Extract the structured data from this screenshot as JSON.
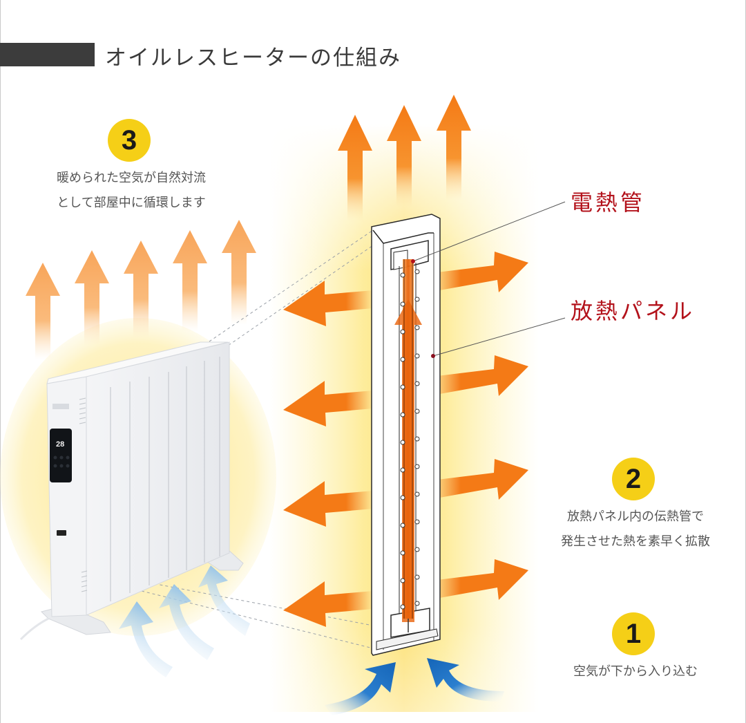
{
  "header": {
    "title": "オイルレスヒーターの仕組み"
  },
  "steps": [
    {
      "number": "1",
      "lines": [
        "空気が下から入り込む"
      ]
    },
    {
      "number": "2",
      "lines": [
        "放熱パネル内の伝熱管で",
        "発生させた熱を素早く拡散"
      ]
    },
    {
      "number": "3",
      "lines": [
        "暖められた空気が自然対流",
        "として部屋中に循環します"
      ]
    }
  ],
  "callouts": {
    "heating_tube": "電熱管",
    "radiator_panel": "放熱パネル"
  },
  "colors": {
    "badge": "#f5cf17",
    "heat_arrow": "#f47a16",
    "cool_arrow": "#1f6fc0",
    "callout_text": "#b3121b",
    "title_bar": "#3c3c3c"
  }
}
